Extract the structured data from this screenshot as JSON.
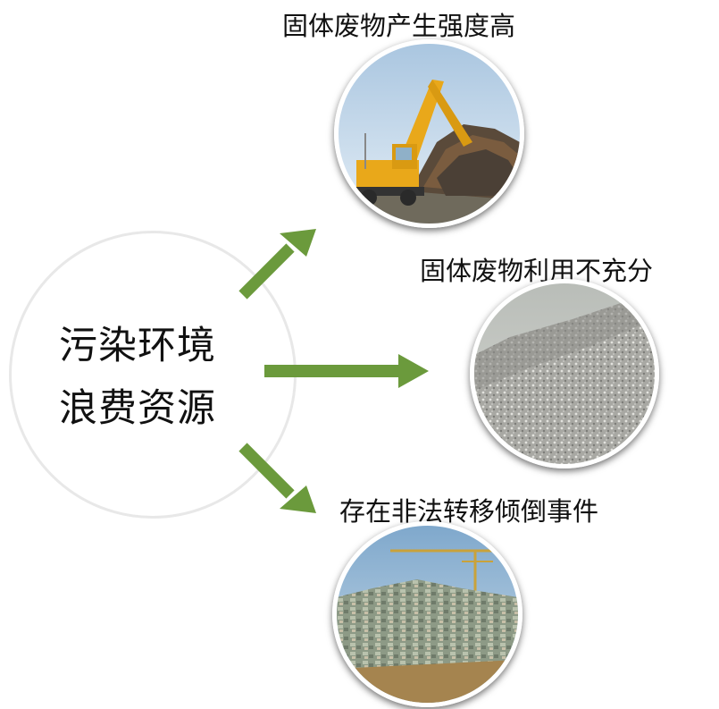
{
  "center": {
    "line1": "污染环境",
    "line2": "浪费资源"
  },
  "items": [
    {
      "label": "固体废物产生强度高"
    },
    {
      "label": "固体废物利用不充分"
    },
    {
      "label": "存在非法转移倾倒事件"
    }
  ],
  "colors": {
    "arrow": "#6b9a3c",
    "ring": "#e8e8e8"
  }
}
